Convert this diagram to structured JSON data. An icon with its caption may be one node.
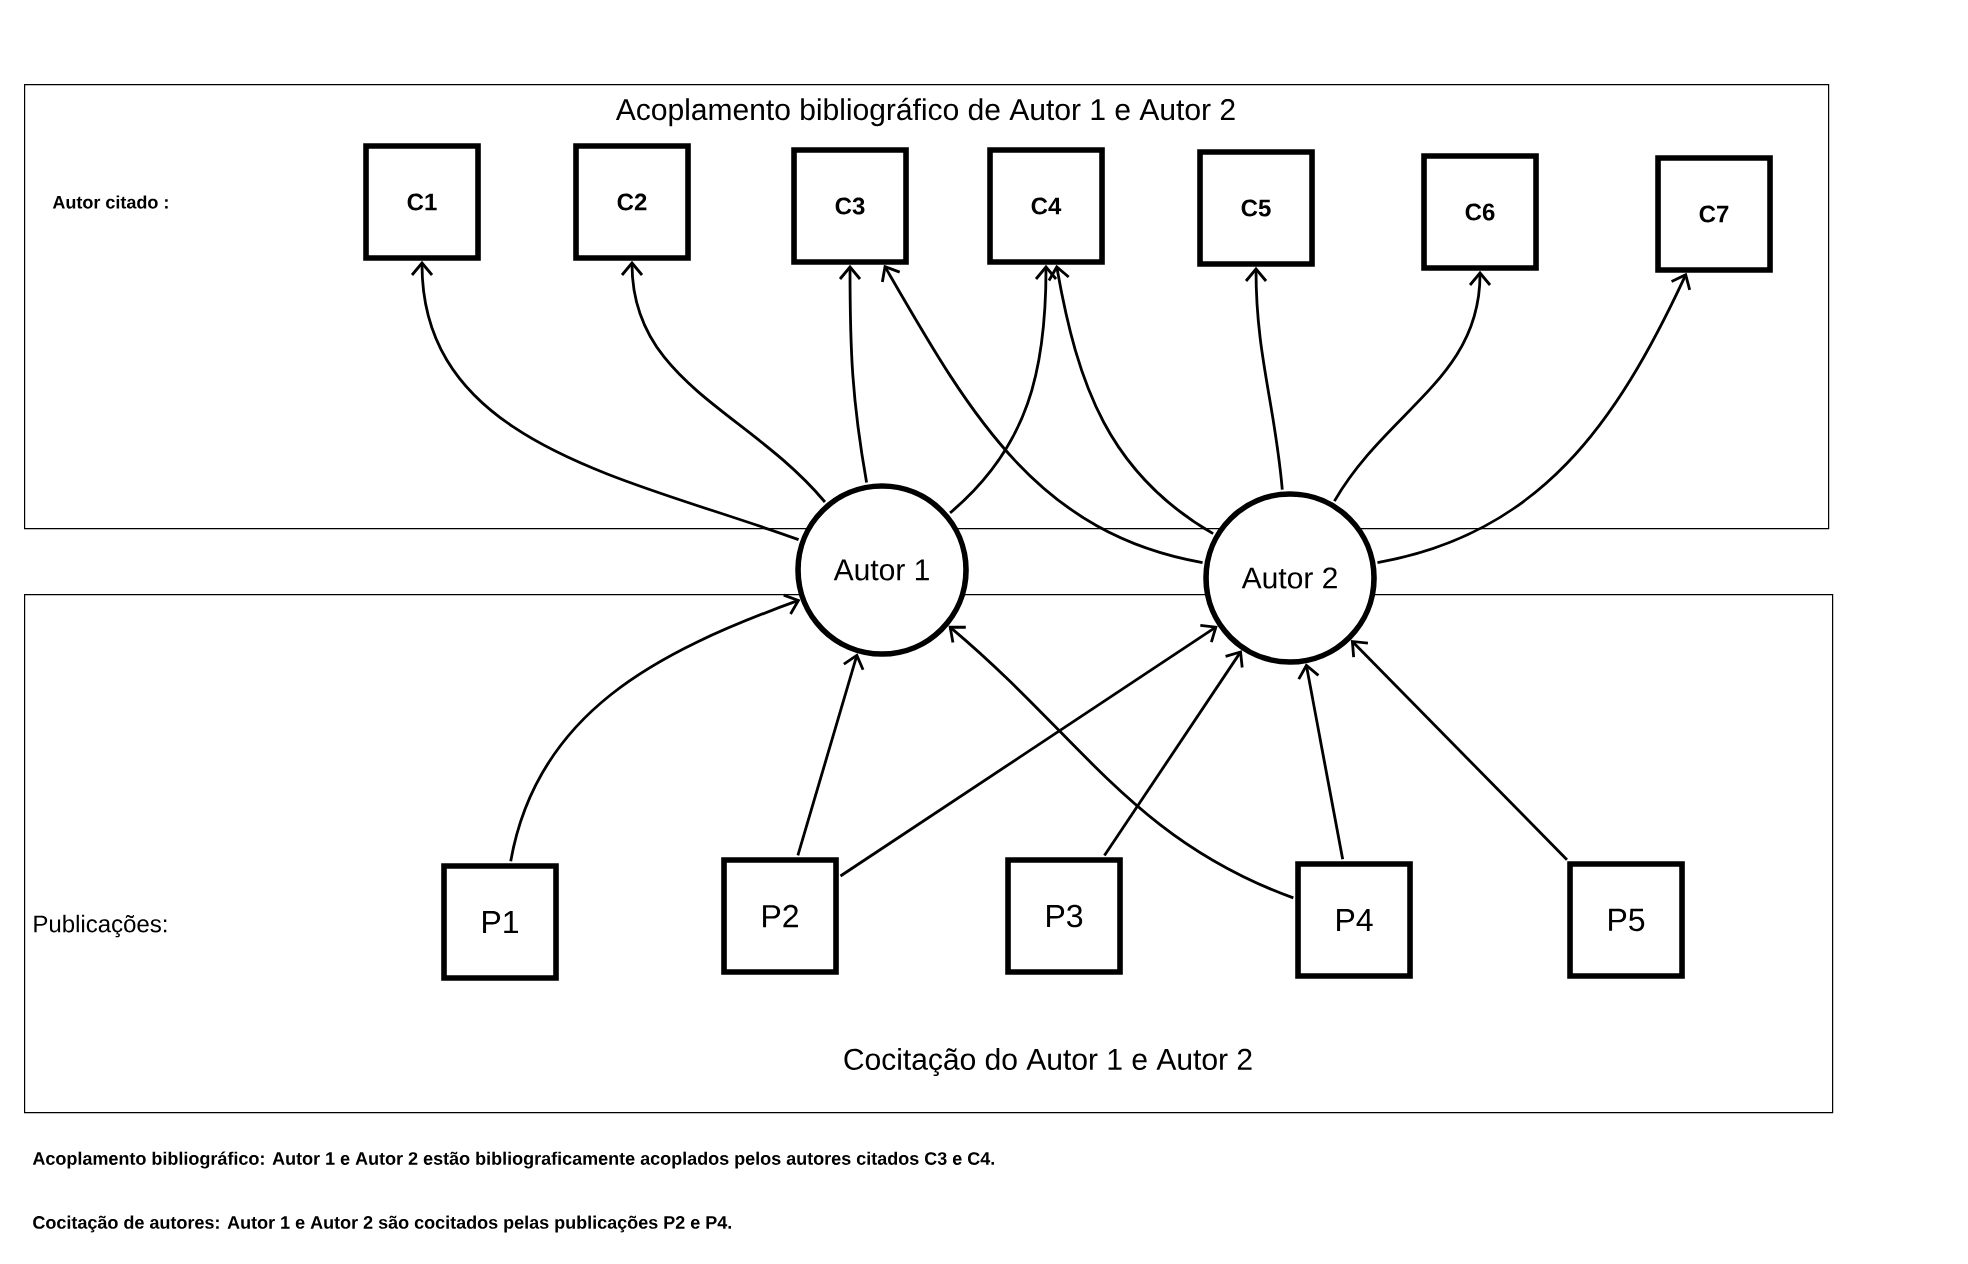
{
  "diagram": {
    "nodes": [
      {
        "text": [
          "Acoplamento bibliográfico de Autor 1 e Autor 2"
        ]
      },
      {
        "text": [
          "Cocitação do Autor 1 e Autor 2"
        ]
      },
      {
        "text": [
          "Autor 1"
        ]
      },
      {
        "text": [
          "Autor 2"
        ]
      },
      {
        "text": [
          "C1"
        ],
        "in": 0
      },
      {
        "text": [
          "C2"
        ],
        "in": 0
      },
      {
        "text": [
          "C3"
        ],
        "in": 0
      },
      {
        "text": [
          "C4"
        ],
        "in": 0
      },
      {
        "text": [
          "C5"
        ],
        "in": 0
      },
      {
        "text": [
          "C6"
        ],
        "in": 0
      },
      {
        "text": [
          "C7"
        ],
        "in": 0
      },
      {
        "text": [
          "P1"
        ],
        "in": 1
      },
      {
        "text": [
          "P2"
        ],
        "in": 1
      },
      {
        "text": [
          "P3"
        ],
        "in": 1
      },
      {
        "text": [
          "P4"
        ],
        "in": 1
      },
      {
        "text": [
          "P5"
        ],
        "in": 1
      }
    ],
    "edges": [
      {
        "from": 2,
        "to": 4,
        "arrow": "to"
      },
      {
        "from": 2,
        "to": 5,
        "arrow": "to"
      },
      {
        "from": 2,
        "to": 6,
        "arrow": "to"
      },
      {
        "from": 2,
        "to": 7,
        "arrow": "to"
      },
      {
        "from": 3,
        "to": 6,
        "arrow": "to"
      },
      {
        "from": 3,
        "to": 7,
        "arrow": "to"
      },
      {
        "from": 3,
        "to": 8,
        "arrow": "to"
      },
      {
        "from": 3,
        "to": 9,
        "arrow": "to"
      },
      {
        "from": 3,
        "to": 10,
        "arrow": "to"
      },
      {
        "from": 11,
        "to": 2,
        "arrow": "to"
      },
      {
        "from": 12,
        "to": 2,
        "arrow": "to"
      },
      {
        "from": 12,
        "to": 3,
        "arrow": "to"
      },
      {
        "from": 13,
        "to": 3,
        "arrow": "to"
      },
      {
        "from": 14,
        "to": 2,
        "arrow": "to"
      },
      {
        "from": 14,
        "to": 3,
        "arrow": "to"
      },
      {
        "from": 15,
        "to": 3,
        "arrow": "to"
      }
    ],
    "labels": [
      "Autor citado :",
      "Publicações:",
      "Acoplamento bibliográfico: Autor 1 e Autor 2 estão bibliograficamente acoplados pelos autores citados C3 e C4.",
      "Cocitação de autores: Autor 1 e Autor 2 são cocitados pelas publicações P2 e P4."
    ]
  }
}
